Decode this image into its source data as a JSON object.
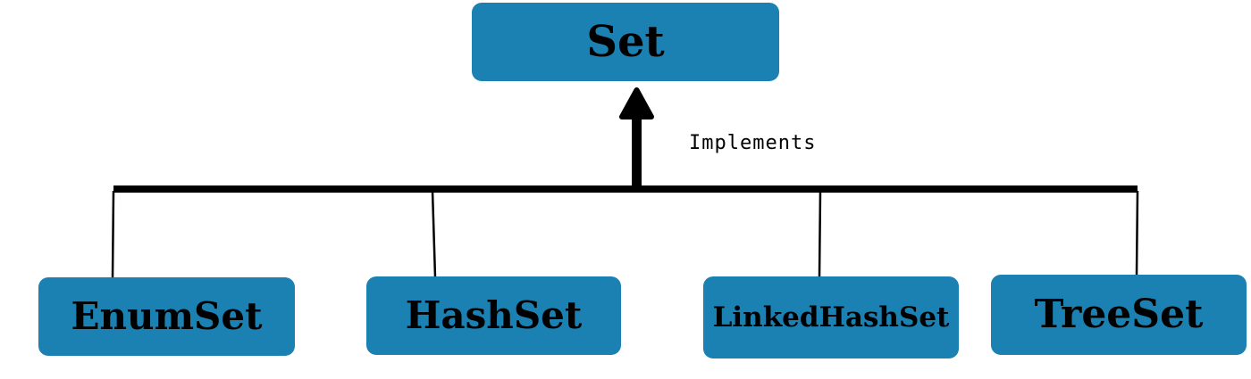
{
  "diagram": {
    "parent_node": {
      "label": "Set"
    },
    "relationship_label": "Implements",
    "child_nodes": [
      {
        "label": "EnumSet"
      },
      {
        "label": "HashSet"
      },
      {
        "label": "LinkedHashSet"
      },
      {
        "label": "TreeSet"
      }
    ],
    "icons": [
      {
        "name": "up-arrow-icon",
        "meaning": "children implement the Set interface"
      }
    ],
    "colors": {
      "node_fill": "#1b81b2",
      "line": "#000000",
      "text": "#000000",
      "background": "#ffffff"
    }
  }
}
